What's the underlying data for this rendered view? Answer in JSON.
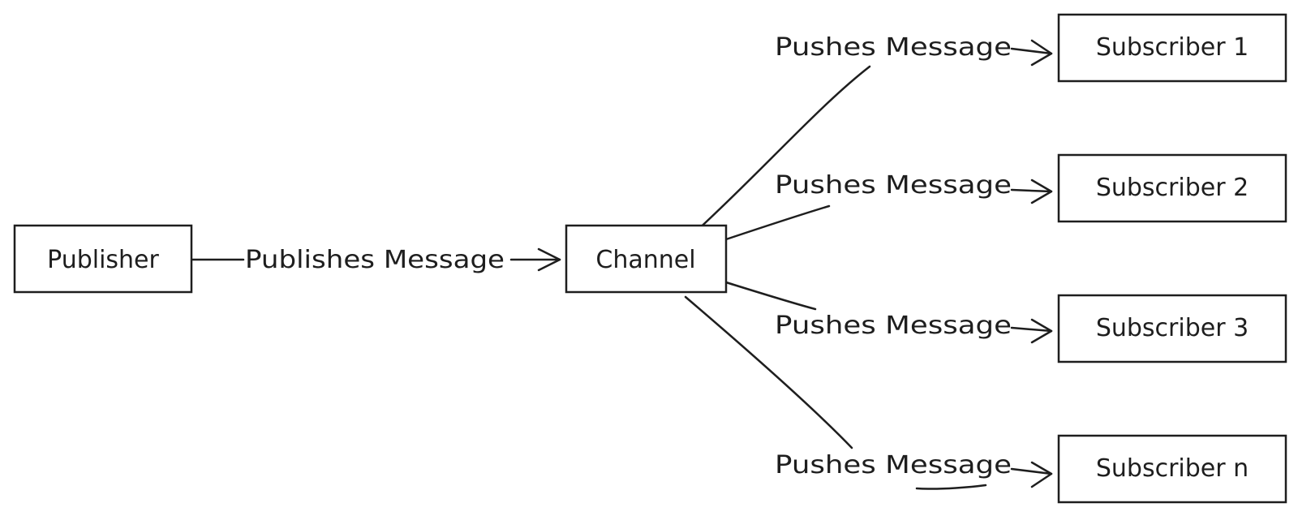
{
  "nodes": {
    "publisher": "Publisher",
    "channel": "Channel",
    "subscriber_1": "Subscriber 1",
    "subscriber_2": "Subscriber 2",
    "subscriber_3": "Subscriber 3",
    "subscriber_n": "Subscriber n"
  },
  "edges": {
    "publish": "Publishes Message",
    "push_1": "Pushes Message",
    "push_2": "Pushes Message",
    "push_3": "Pushes Message",
    "push_n": "Pushes Message"
  },
  "colors": {
    "stroke": "#1e1e1e",
    "background": "#ffffff"
  }
}
